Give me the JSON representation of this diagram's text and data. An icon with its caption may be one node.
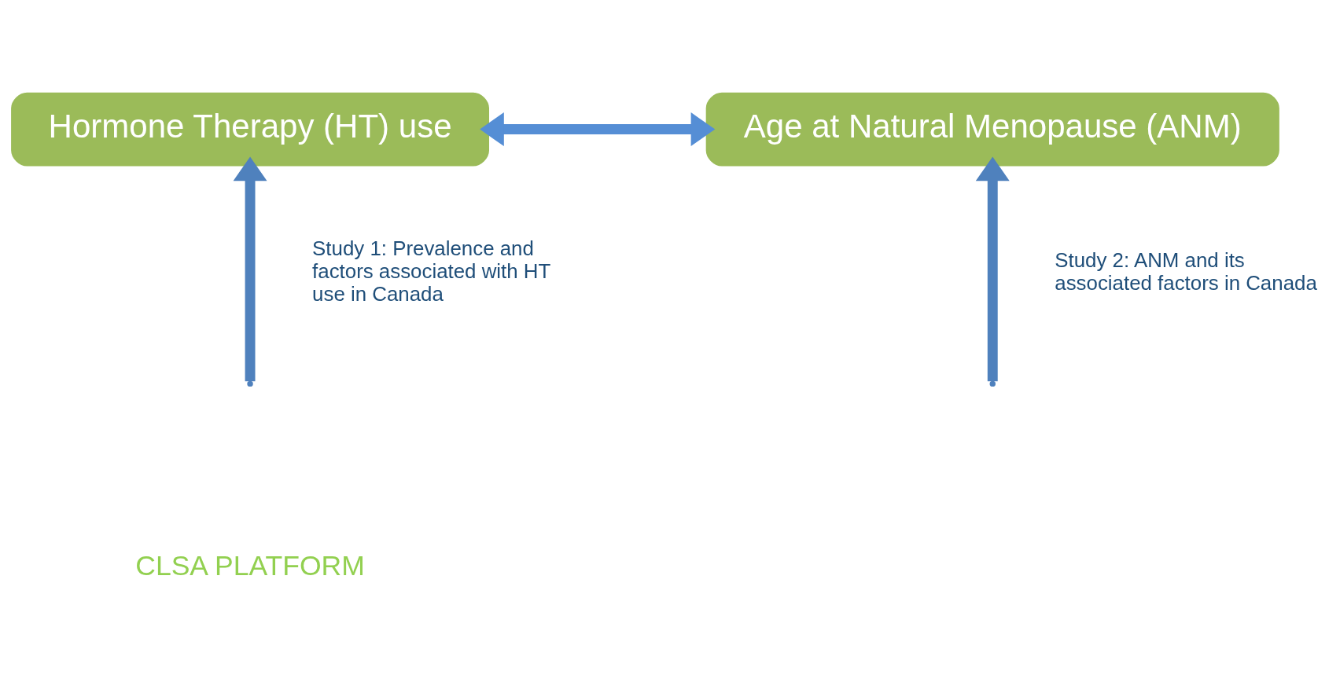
{
  "diagram": {
    "nodes": [
      {
        "text": [
          "Hormone Therapy (HT) use"
        ]
      },
      {
        "text": [
          "Age at Natural Menopause (ANM)"
        ]
      }
    ],
    "edges": [
      {
        "from": 0,
        "to": 1,
        "arrow": "both",
        "color": "#558ed5"
      },
      {
        "from": null,
        "to": 0,
        "arrow": "to",
        "label": "Study 1: Prevalence and factors associated with HT use in Canada"
      },
      {
        "from": null,
        "to": 1,
        "arrow": "to",
        "label": "Study 2: ANM and its associated factors in Canada"
      }
    ],
    "labels": [
      "CLSA PLATFORM"
    ]
  }
}
